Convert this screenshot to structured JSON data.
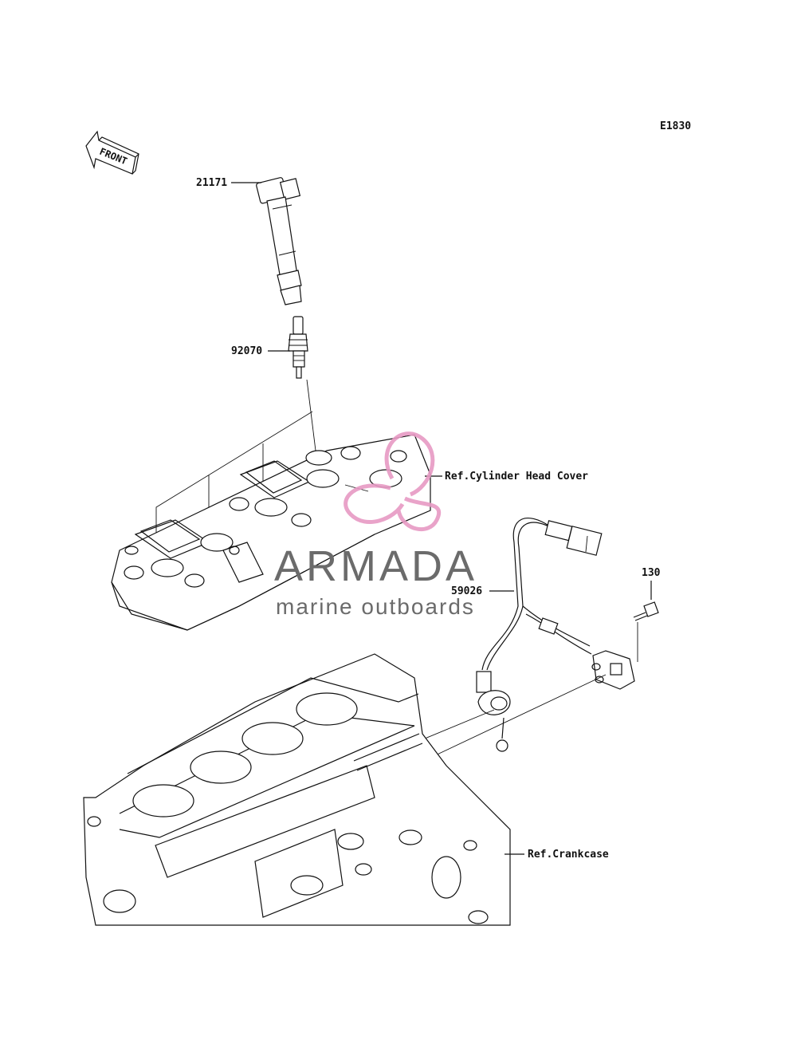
{
  "diagram": {
    "code": "E1830",
    "front_label": "FRONT",
    "callouts": [
      {
        "id": "coil",
        "label": "21171"
      },
      {
        "id": "plug",
        "label": "92070"
      },
      {
        "id": "head_cover",
        "label": "Ref.Cylinder Head Cover"
      },
      {
        "id": "sensor",
        "label": "59026"
      },
      {
        "id": "bolt",
        "label": "130"
      },
      {
        "id": "crankcase",
        "label": "Ref.Crankcase"
      }
    ]
  },
  "watermark": {
    "title": "ARMADA",
    "subtitle": "marine outboards",
    "logo": "armada-crescent-logo",
    "colors": {
      "logo": "#e79ac4",
      "text": "#6b6b6b"
    }
  }
}
